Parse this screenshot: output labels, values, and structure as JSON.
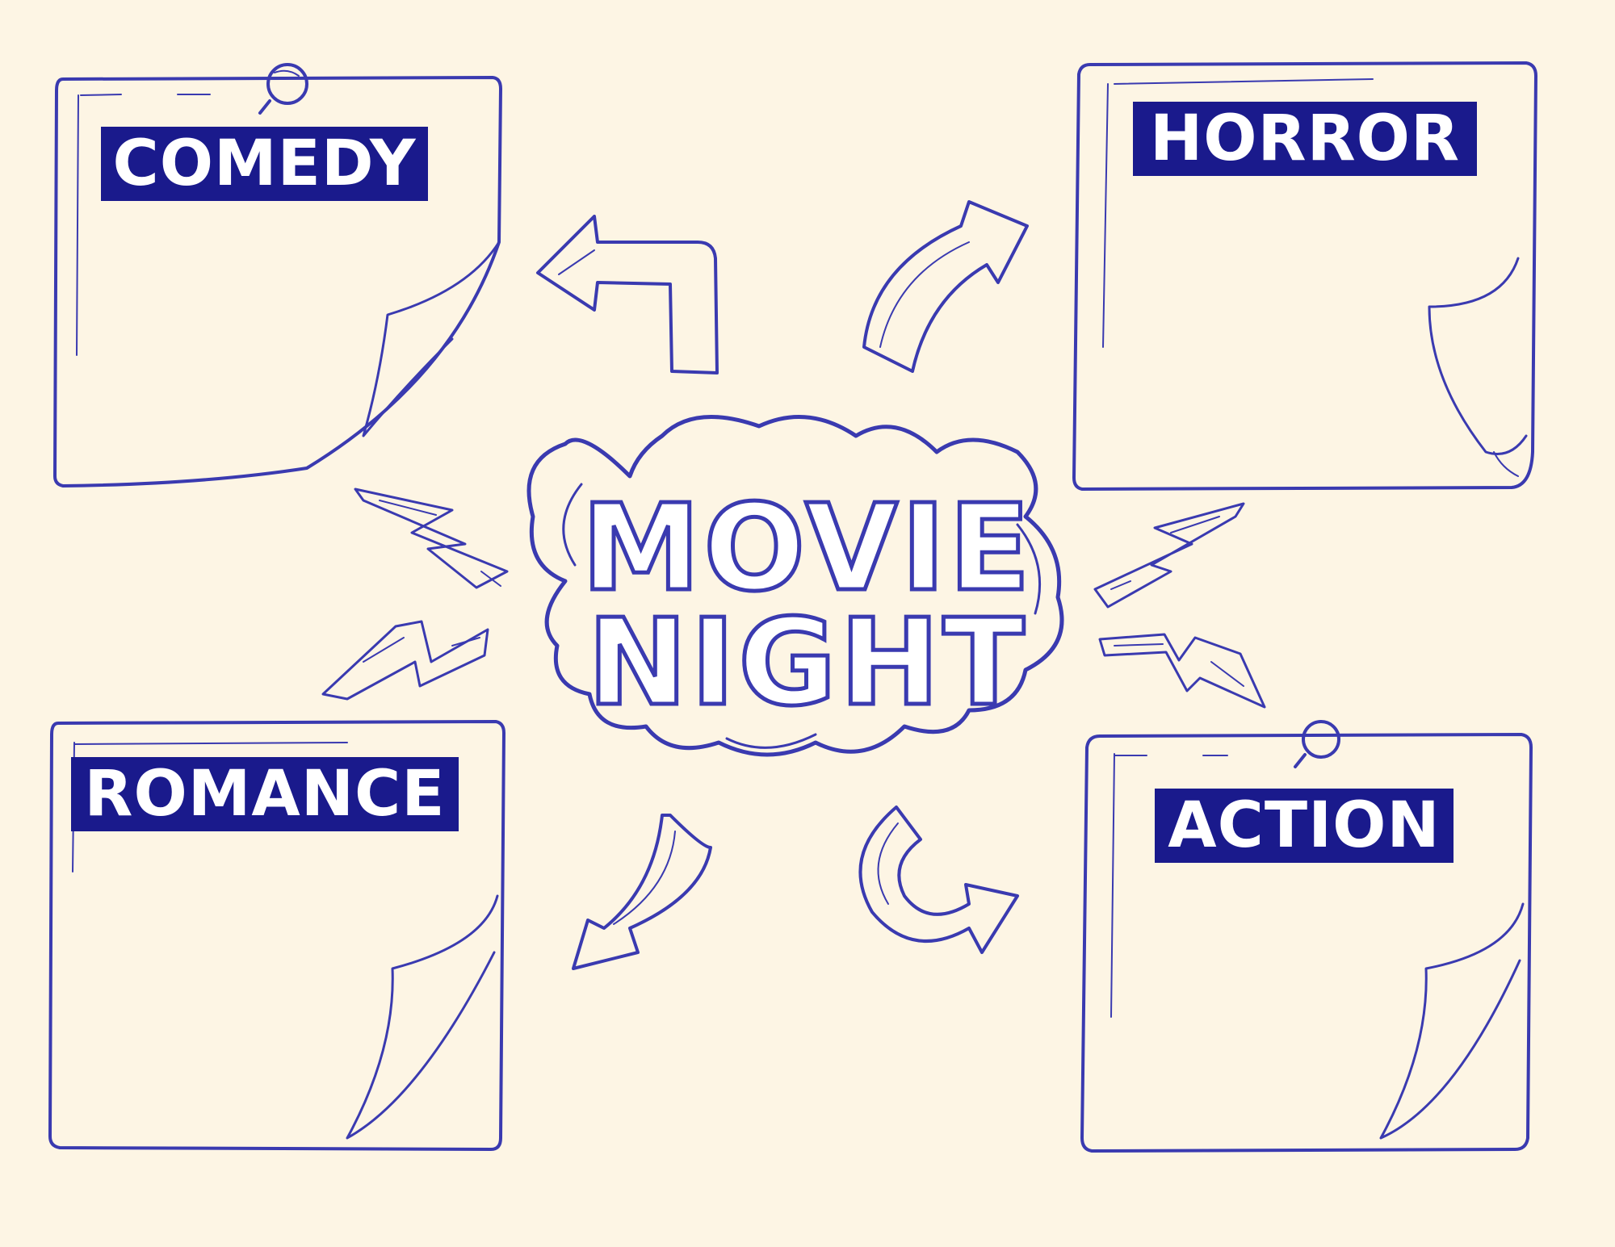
{
  "title": {
    "line1": "MOVIE",
    "line2": "NIGHT"
  },
  "notes": [
    {
      "id": "comedy",
      "label": "COMEDY"
    },
    {
      "id": "horror",
      "label": "HORROR"
    },
    {
      "id": "romance",
      "label": "ROMANCE"
    },
    {
      "id": "action",
      "label": "ACTION"
    }
  ],
  "icons": [
    "pushpin-icon",
    "arrow-icon",
    "lightning-bolt-icon",
    "cloud-icon"
  ],
  "colors": {
    "background": "#FDF5E4",
    "ink": "#3A3AB0",
    "label_bg": "#1A1A8C",
    "label_text": "#FFFFFF"
  }
}
